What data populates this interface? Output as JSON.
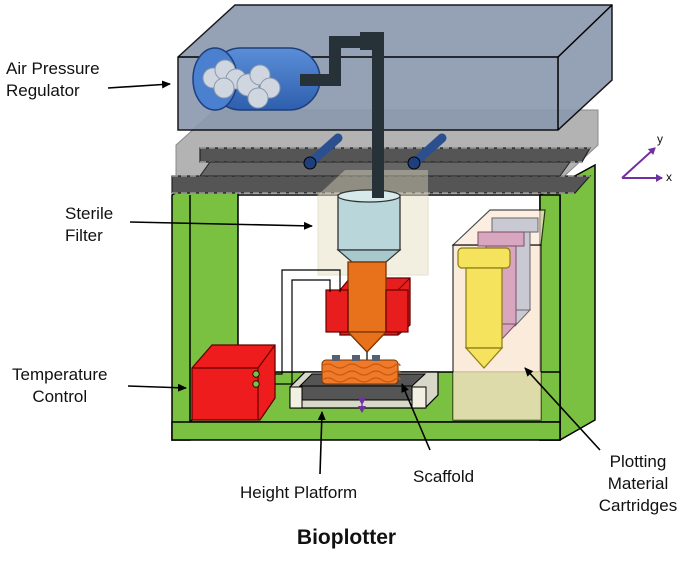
{
  "title": "Bioplotter",
  "labels": {
    "air_pressure_regulator": [
      "Air Pressure",
      "Regulator"
    ],
    "sterile_filter": [
      "Sterile",
      "Filter"
    ],
    "temperature_control": [
      "Temperature",
      "Control"
    ],
    "height_platform": "Height Platform",
    "scaffold": "Scaffold",
    "plotting_material_cartridges": [
      "Plotting",
      "Material",
      "Cartridges"
    ]
  },
  "axes": {
    "x": "x",
    "y": "y"
  },
  "colors": {
    "frame_green": "#7ac142",
    "regulator_box": "#8a99ae",
    "cylinder_blue": "#3f74c5",
    "rail_dark": "#444444",
    "filter": "#b9d6da",
    "nozzle_orange": "#e8721c",
    "heater_red": "#e81e1e",
    "cartridge_yellow": "#f5e35e",
    "cartridge_pink": "#d9a6c0",
    "cartridge_gray": "#c9c9d4",
    "axis_purple": "#7030a0"
  }
}
